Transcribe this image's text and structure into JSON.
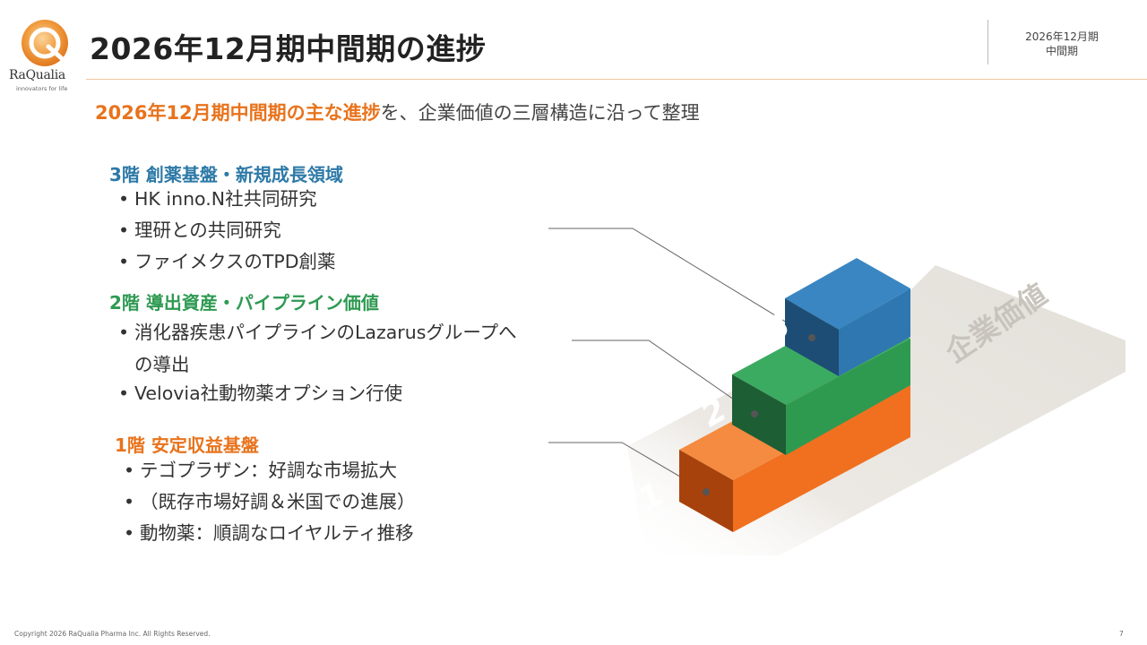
{
  "header": {
    "logo_name": "RaQualia",
    "logo_tagline": "innovators for life",
    "title": "2026年12月期中間期の進捗",
    "period_line1": "2026年12月期",
    "period_line2": "中間期"
  },
  "subtitle": {
    "highlight": "2026年12月期中間期の主な進捗",
    "rest": "を、企業価値の三層構造に沿って整理"
  },
  "sections": {
    "floor3": {
      "heading": "3階 創薬基盤・新規成長領域",
      "items": [
        "HK inno.N社共同研究",
        "理研との共同研究",
        "ファイメクスのTPD創薬"
      ]
    },
    "floor2": {
      "heading": "2階 導出資産・パイプライン価値",
      "items": [
        "消化器疾患パイプラインのLazarusグループへ",
        "の導出",
        "Velovia社動物薬オプション行使"
      ]
    },
    "floor1": {
      "heading": "1階 安定収益基盤",
      "items": [
        "テゴプラザン：好調な市場拡大",
        "（既存市場好調＆米国での進展）",
        "動物薬：順調なロイヤルティ推移"
      ]
    }
  },
  "diagram": {
    "arrow_label": "企業価値",
    "step_labels": [
      "1",
      "2",
      "3"
    ],
    "colors": {
      "step1": "#f07020",
      "step2": "#2e9a50",
      "step3": "#2f77b0",
      "accent": "#e8731c"
    }
  },
  "footer": {
    "copyright": "Copyright 2026 RaQualia Pharma Inc. All Rights Reserved.",
    "page_number": "7"
  }
}
